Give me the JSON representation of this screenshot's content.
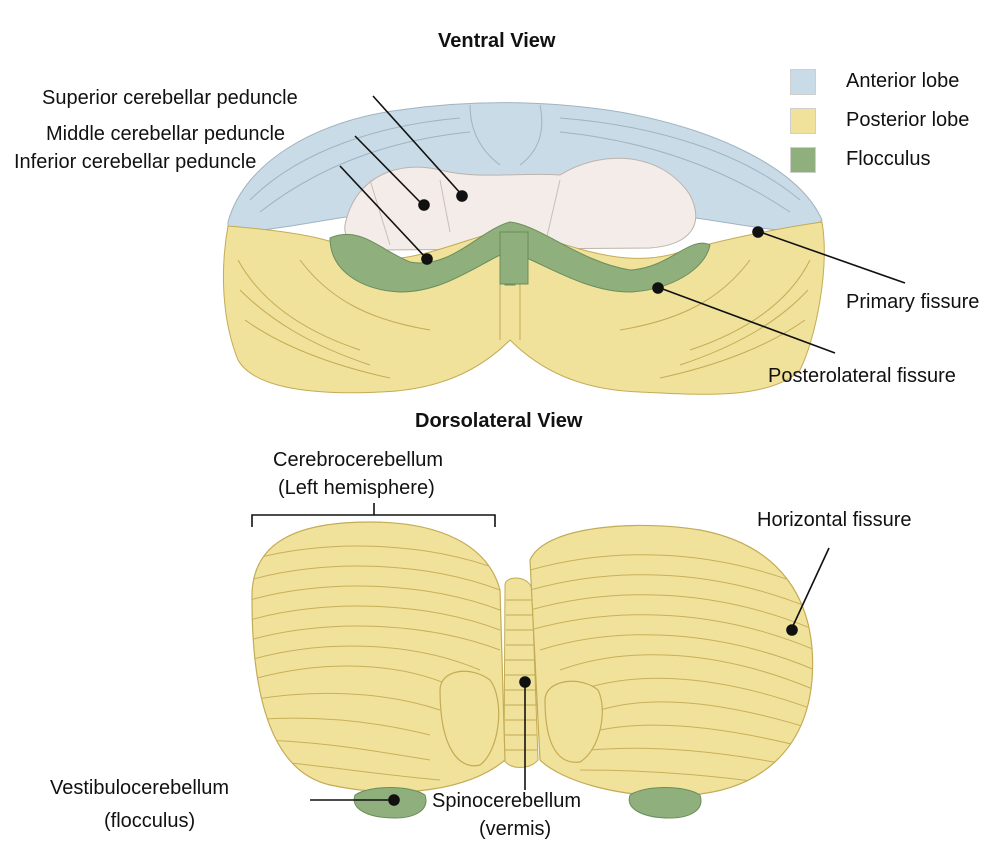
{
  "titles": {
    "ventral": "Ventral View",
    "dorsolateral": "Dorsolateral View"
  },
  "legend": {
    "items": [
      {
        "label": "Anterior lobe",
        "color": "#c9dbe6"
      },
      {
        "label": "Posterior lobe",
        "color": "#f0e29a"
      },
      {
        "label": "Flocculus",
        "color": "#8fb07c"
      }
    ]
  },
  "ventral_labels": {
    "superior_peduncle": "Superior cerebellar peduncle",
    "middle_peduncle": "Middle cerebellar peduncle",
    "inferior_peduncle": "Inferior cerebellar peduncle",
    "primary_fissure": "Primary fissure",
    "posterolateral_fissure": "Posterolateral fissure"
  },
  "dorsal_labels": {
    "cerebrocerebellum_line1": "Cerebrocerebellum",
    "cerebrocerebellum_line2": "(Left hemisphere)",
    "horizontal_fissure": "Horizontal fissure",
    "vestibulocerebellum_line1": "Vestibulocerebellum",
    "vestibulocerebellum_line2": "(flocculus)",
    "spinocerebellum_line1": "Spinocerebellum",
    "spinocerebellum_line2": "(vermis)"
  },
  "colors": {
    "anterior": "#c9dbe6",
    "posterior": "#f0e29a",
    "flocculus": "#8fb07c",
    "peduncle": "#f3ece8",
    "folia_line": "#c4ab55"
  }
}
